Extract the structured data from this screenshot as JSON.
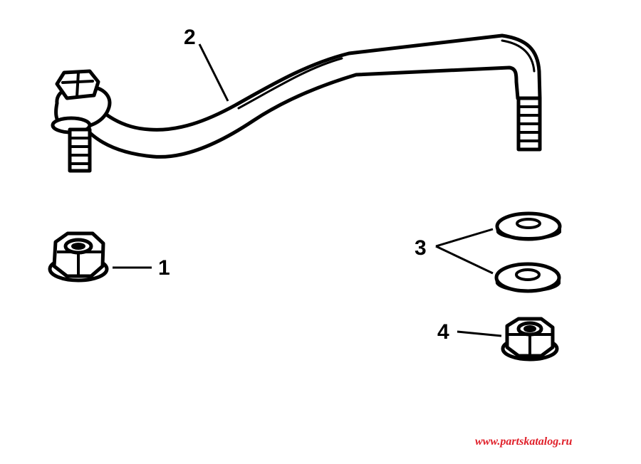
{
  "callouts": {
    "part1": "1",
    "part2": "2",
    "part3": "3",
    "part4": "4"
  },
  "watermark": "www.partskatalog.ru",
  "colors": {
    "line": "#000000",
    "background": "#ffffff",
    "watermark": "#e0202a"
  },
  "parts": [
    "nut-flanged",
    "steering-link-rod",
    "flat-washer",
    "flat-washer",
    "nut-flanged"
  ]
}
